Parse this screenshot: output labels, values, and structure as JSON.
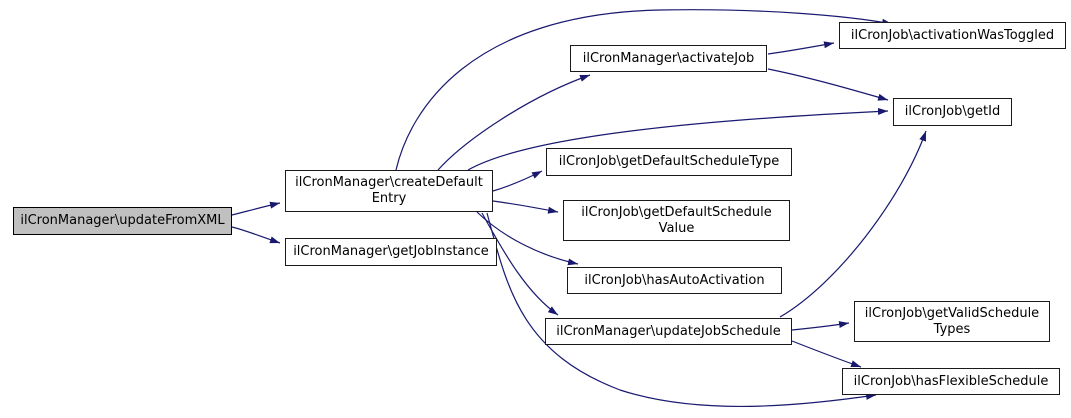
{
  "diagram": {
    "type": "call-graph",
    "colors": {
      "edge": "#191970",
      "node_fill": "#ffffff",
      "node_border": "#000000",
      "highlight_fill": "#c0c0c0",
      "background": "#ffffff"
    },
    "nodes": [
      {
        "id": "updateFromXML",
        "highlighted": true,
        "lines": [
          "ilCronManager\\updateFromXML"
        ]
      },
      {
        "id": "createDefaultEntry",
        "highlighted": false,
        "lines": [
          "ilCronManager\\createDefault",
          "Entry"
        ]
      },
      {
        "id": "getJobInstance",
        "highlighted": false,
        "lines": [
          "ilCronManager\\getJobInstance"
        ]
      },
      {
        "id": "activateJob",
        "highlighted": false,
        "lines": [
          "ilCronManager\\activateJob"
        ]
      },
      {
        "id": "activationWasToggled",
        "highlighted": false,
        "lines": [
          "ilCronJob\\activationWasToggled"
        ]
      },
      {
        "id": "getId",
        "highlighted": false,
        "lines": [
          "ilCronJob\\getId"
        ]
      },
      {
        "id": "getDefaultScheduleType",
        "highlighted": false,
        "lines": [
          "ilCronJob\\getDefaultScheduleType"
        ]
      },
      {
        "id": "getDefaultScheduleValue",
        "highlighted": false,
        "lines": [
          "ilCronJob\\getDefaultSchedule",
          "Value"
        ]
      },
      {
        "id": "hasAutoActivation",
        "highlighted": false,
        "lines": [
          "ilCronJob\\hasAutoActivation"
        ]
      },
      {
        "id": "updateJobSchedule",
        "highlighted": false,
        "lines": [
          "ilCronManager\\updateJobSchedule"
        ]
      },
      {
        "id": "getValidScheduleTypes",
        "highlighted": false,
        "lines": [
          "ilCronJob\\getValidSchedule",
          "Types"
        ]
      },
      {
        "id": "hasFlexibleSchedule",
        "highlighted": false,
        "lines": [
          "ilCronJob\\hasFlexibleSchedule"
        ]
      }
    ],
    "edges": [
      {
        "from": "ilCronManager\\updateFromXML",
        "to": "ilCronManager\\createDefaultEntry"
      },
      {
        "from": "ilCronManager\\updateFromXML",
        "to": "ilCronManager\\getJobInstance"
      },
      {
        "from": "ilCronManager\\createDefaultEntry",
        "to": "ilCronManager\\activateJob"
      },
      {
        "from": "ilCronManager\\createDefaultEntry",
        "to": "ilCronJob\\activationWasToggled"
      },
      {
        "from": "ilCronManager\\createDefaultEntry",
        "to": "ilCronJob\\getId"
      },
      {
        "from": "ilCronManager\\createDefaultEntry",
        "to": "ilCronJob\\getDefaultScheduleType"
      },
      {
        "from": "ilCronManager\\createDefaultEntry",
        "to": "ilCronJob\\getDefaultScheduleValue"
      },
      {
        "from": "ilCronManager\\createDefaultEntry",
        "to": "ilCronJob\\hasAutoActivation"
      },
      {
        "from": "ilCronManager\\createDefaultEntry",
        "to": "ilCronManager\\updateJobSchedule"
      },
      {
        "from": "ilCronManager\\createDefaultEntry",
        "to": "ilCronJob\\hasFlexibleSchedule"
      },
      {
        "from": "ilCronManager\\activateJob",
        "to": "ilCronJob\\activationWasToggled"
      },
      {
        "from": "ilCronManager\\activateJob",
        "to": "ilCronJob\\getId"
      },
      {
        "from": "ilCronManager\\updateJobSchedule",
        "to": "ilCronJob\\getId"
      },
      {
        "from": "ilCronManager\\updateJobSchedule",
        "to": "ilCronJob\\getValidScheduleTypes"
      },
      {
        "from": "ilCronManager\\updateJobSchedule",
        "to": "ilCronJob\\hasFlexibleSchedule"
      }
    ]
  }
}
